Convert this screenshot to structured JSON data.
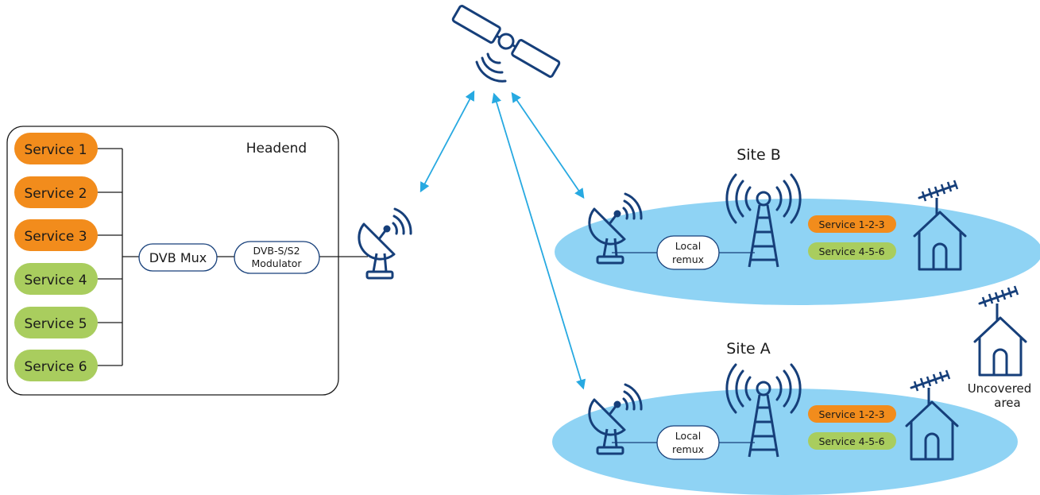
{
  "headend": {
    "title": "Headend",
    "services": [
      {
        "label": "Service 1",
        "color": "#f28c1c"
      },
      {
        "label": "Service 2",
        "color": "#f28c1c"
      },
      {
        "label": "Service 3",
        "color": "#f28c1c"
      },
      {
        "label": "Service 4",
        "color": "#a9cd5e"
      },
      {
        "label": "Service 5",
        "color": "#a9cd5e"
      },
      {
        "label": "Service 6",
        "color": "#a9cd5e"
      }
    ],
    "mux_label": "DVB Mux",
    "modulator_line1": "DVB-S/S2",
    "modulator_line2": "Modulator"
  },
  "sites": [
    {
      "label": "Site B",
      "remux_line1": "Local",
      "remux_line2": "remux",
      "badge_orange": "Service 1-2-3",
      "badge_green": "Service 4-5-6"
    },
    {
      "label": "Site A",
      "remux_line1": "Local",
      "remux_line2": "remux",
      "badge_orange": "Service 1-2-3",
      "badge_green": "Service 4-5-6"
    }
  ],
  "uncovered": {
    "line1": "Uncovered",
    "line2": "area"
  },
  "colors": {
    "navy": "#163f7a",
    "link_arrow": "#27a9e1",
    "coverage": "#8fd3f4",
    "orange": "#f28c1c",
    "green": "#a9cd5e"
  },
  "icons": [
    "satellite-icon",
    "dish-icon",
    "tower-icon",
    "house-antenna-icon"
  ]
}
